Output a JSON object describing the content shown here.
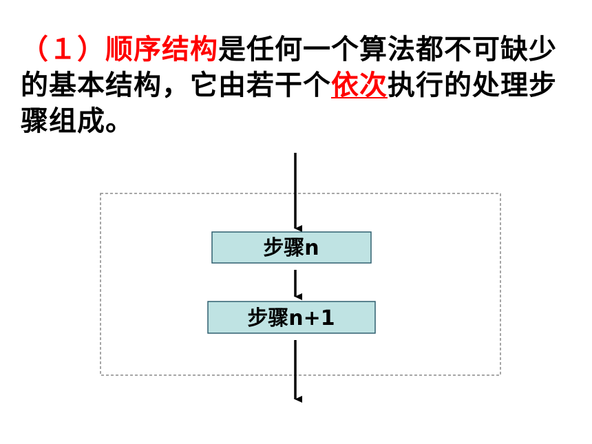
{
  "paragraph": {
    "prefix_red": "（１）顺序结构",
    "part1": "是任何一个算法都不可缺少的基本结构，它由若干个",
    "highlight": "依次",
    "part2": "执行的处理步骤组成。"
  },
  "diagram": {
    "step1_label": "步骤n",
    "step2_label": "步骤n+1",
    "colors": {
      "box_fill": "#bfe3e3",
      "box_stroke": "#2f5f6f",
      "arrow": "#000000",
      "frame": "#888888"
    }
  }
}
